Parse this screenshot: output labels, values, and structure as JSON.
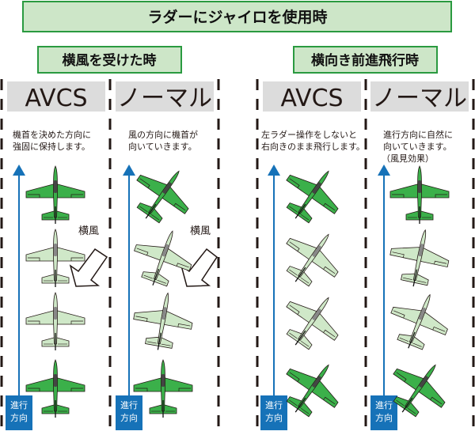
{
  "title": "ラダーにジャイロを使用時",
  "sections": [
    {
      "heading": "横風を受けた時",
      "wind_label": "横風",
      "columns": [
        {
          "mode": "AVCS",
          "desc": [
            "機首を決めた方向に",
            "強固に保持します。"
          ],
          "plane_angles_deg": [
            0,
            0,
            0,
            0
          ],
          "plane_shades": [
            "dark",
            "light",
            "light",
            "dark"
          ]
        },
        {
          "mode": "ノーマル",
          "desc": [
            "風の方向に機首が",
            "向いていきます。"
          ],
          "plane_angles_deg": [
            35,
            20,
            10,
            0
          ],
          "plane_shades": [
            "dark",
            "light",
            "light",
            "dark"
          ]
        }
      ]
    },
    {
      "heading": "横向き前進飛行時",
      "columns": [
        {
          "mode": "AVCS",
          "desc": [
            "左ラダー操作をしないと",
            "右向きのまま飛行します。"
          ],
          "plane_angles_deg": [
            35,
            35,
            35,
            35
          ],
          "plane_shades": [
            "dark",
            "light",
            "light",
            "dark"
          ]
        },
        {
          "mode": "ノーマル",
          "desc": [
            "進行方向に自然に",
            "向いていきます。",
            "（風見効果）"
          ],
          "plane_angles_deg": [
            0,
            12,
            22,
            35
          ],
          "plane_shades": [
            "dark",
            "light",
            "light",
            "dark"
          ]
        }
      ]
    }
  ],
  "direction_label": [
    "進行",
    "方向"
  ],
  "colors": {
    "banner_fill": "#cde6c8",
    "banner_border": "#2a9a40",
    "mode_fill": "#dcdcdc",
    "arrow": "#1672b8",
    "plane_dark": "#3bb04a",
    "plane_light": "#cfe8c8"
  }
}
